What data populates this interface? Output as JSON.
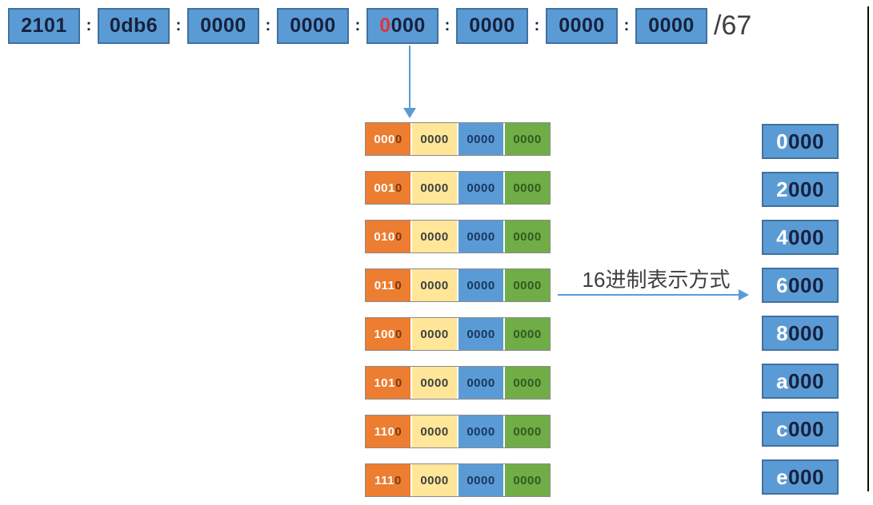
{
  "colors": {
    "box_blue": "#5B9BD5",
    "box_border": "#41719C",
    "navy_text": "#16213E",
    "red": "#E0333E",
    "orange": "#ED7D31",
    "orange_bit": "#7A3A10",
    "yellow": "#FFE699",
    "yellow_text": "#404040",
    "blue_cell_text": "#17375E",
    "green": "#70AD47",
    "green_text": "#2F5B1E",
    "row_border": "#8A8A8A",
    "arrow_blue": "#5B9BD5",
    "gray_text": "#3F3F3F",
    "page_border": "#0A0A0A"
  },
  "address_bar": {
    "separator": ":",
    "prefix_length": "/67",
    "segments": [
      {
        "lead": "",
        "body": "2101"
      },
      {
        "lead": "",
        "body": "0db6"
      },
      {
        "lead": "",
        "body": "0000"
      },
      {
        "lead": "",
        "body": "0000"
      },
      {
        "lead": "0",
        "body": "000"
      },
      {
        "lead": "",
        "body": "0000"
      },
      {
        "lead": "",
        "body": "0000"
      },
      {
        "lead": "",
        "body": "0000"
      }
    ]
  },
  "binary_rows": [
    {
      "prefix": "000",
      "last": "0",
      "groups": [
        "0000",
        "0000",
        "0000"
      ]
    },
    {
      "prefix": "001",
      "last": "0",
      "groups": [
        "0000",
        "0000",
        "0000"
      ]
    },
    {
      "prefix": "010",
      "last": "0",
      "groups": [
        "0000",
        "0000",
        "0000"
      ]
    },
    {
      "prefix": "011",
      "last": "0",
      "groups": [
        "0000",
        "0000",
        "0000"
      ]
    },
    {
      "prefix": "100",
      "last": "0",
      "groups": [
        "0000",
        "0000",
        "0000"
      ]
    },
    {
      "prefix": "101",
      "last": "0",
      "groups": [
        "0000",
        "0000",
        "0000"
      ]
    },
    {
      "prefix": "110",
      "last": "0",
      "groups": [
        "0000",
        "0000",
        "0000"
      ]
    },
    {
      "prefix": "111",
      "last": "0",
      "groups": [
        "0000",
        "0000",
        "0000"
      ]
    }
  ],
  "hex_results": [
    {
      "lead": "0",
      "rest": "000"
    },
    {
      "lead": "2",
      "rest": "000"
    },
    {
      "lead": "4",
      "rest": "000"
    },
    {
      "lead": "6",
      "rest": "000"
    },
    {
      "lead": "8",
      "rest": "000"
    },
    {
      "lead": "a",
      "rest": "000"
    },
    {
      "lead": "c",
      "rest": "000"
    },
    {
      "lead": "e",
      "rest": "000"
    }
  ],
  "conversion_label": "16进制表示方式"
}
